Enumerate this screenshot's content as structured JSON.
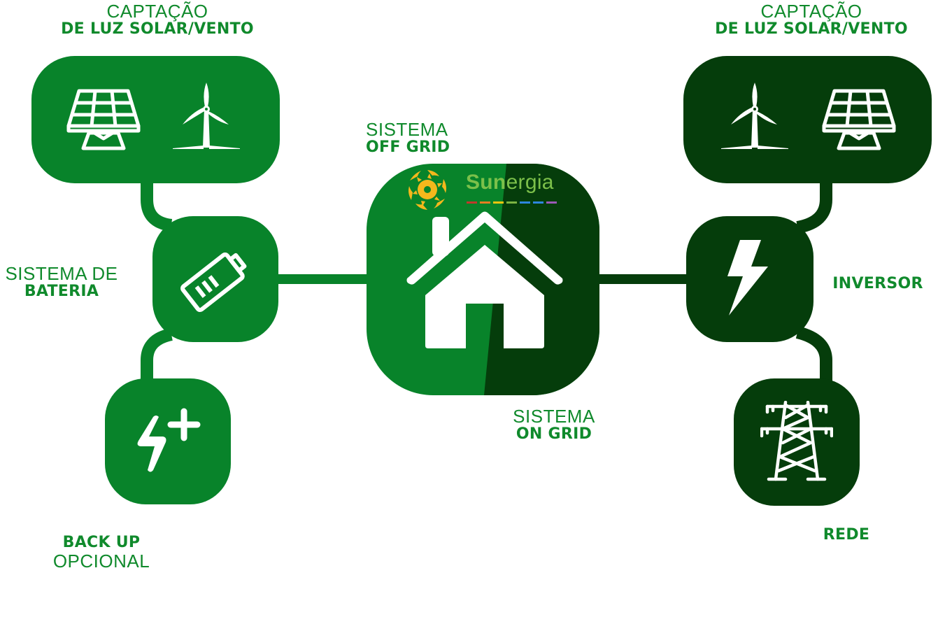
{
  "colors": {
    "offgrid_green": "#08832a",
    "ongrid_dark_green": "#053d0b",
    "label_green": "#108a2c",
    "logo_sun_yellow": "#f4b81c",
    "logo_text_light_green": "#7cc04a",
    "logo_stripe_colors": [
      "#c0392b",
      "#e67e22",
      "#f1c40f",
      "#7cb342",
      "#2e86de",
      "#2e86de",
      "#9b59b6"
    ]
  },
  "left_capture": {
    "light": "CAPTAÇÃO",
    "bold": "DE LUZ SOLAR/VENTO",
    "icons": [
      "solar-panel-icon",
      "wind-turbine-icon"
    ]
  },
  "right_capture": {
    "light": "CAPTAÇÃO",
    "bold": "DE LUZ SOLAR/VENTO",
    "icons": [
      "wind-turbine-icon",
      "solar-panel-icon"
    ]
  },
  "battery": {
    "light": "SISTEMA DE",
    "bold": "BATERIA",
    "icon": "battery-icon"
  },
  "backup": {
    "bold": "BACK UP",
    "light": "OPCIONAL",
    "icon": "bolt-plus-icon"
  },
  "offgrid": {
    "light": "SISTEMA",
    "bold": "OFF GRID"
  },
  "ongrid": {
    "light": "SISTEMA",
    "bold": "ON GRID"
  },
  "center": {
    "icon": "house-icon",
    "logo": {
      "text_strong": "Sun",
      "text_light": "ergia",
      "icon": "sun-logo-icon"
    }
  },
  "inverter": {
    "bold": "INVERSOR",
    "icon": "lightning-bolt-icon"
  },
  "grid": {
    "bold": "REDE",
    "icon": "transmission-tower-icon"
  }
}
